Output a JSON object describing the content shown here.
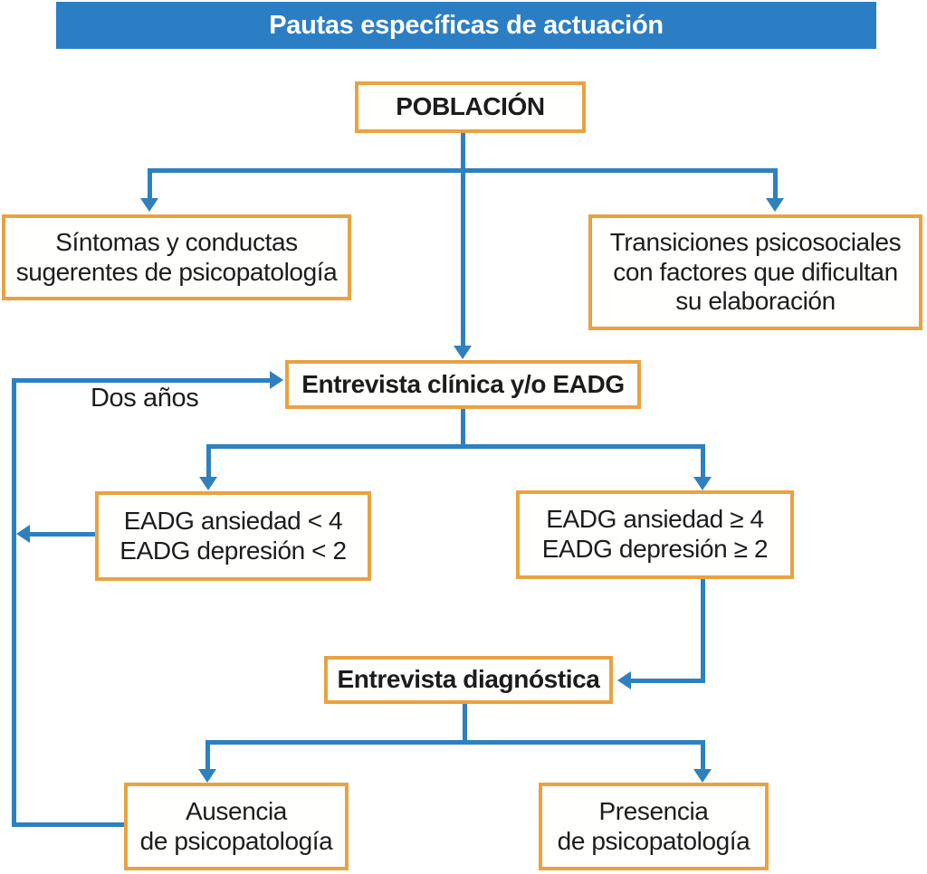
{
  "header": {
    "title": "Pautas específicas de actuación"
  },
  "flowchart": {
    "nodes": {
      "poblacion": {
        "label": "POBLACIÓN"
      },
      "sintomas": {
        "label": "Síntomas y conductas\nsugerentes de psicopatología"
      },
      "transiciones": {
        "label": "Transiciones psicosociales\ncon factores que dificultan\nsu elaboración"
      },
      "entrevista_clinica": {
        "label": "Entrevista clínica y/o EADG"
      },
      "eadg_bajo": {
        "label": "EADG ansiedad < 4\nEADG depresión < 2"
      },
      "eadg_alto": {
        "label": "EADG ansiedad ≥ 4\nEADG depresión ≥ 2"
      },
      "entrevista_diagnostica": {
        "label": "Entrevista diagnóstica"
      },
      "ausencia": {
        "label": "Ausencia\nde psicopatología"
      },
      "presencia": {
        "label": "Presencia\nde psicopatología"
      }
    },
    "edge_labels": {
      "dos_anos": "Dos años"
    }
  },
  "colors": {
    "header_bg": "#2b7ec4",
    "header_text": "#ffffff",
    "line_blue": "#2e80be",
    "box_border": "#e9a240",
    "box_fill": "#fffffe",
    "text_dark": "#1c1c1c"
  }
}
